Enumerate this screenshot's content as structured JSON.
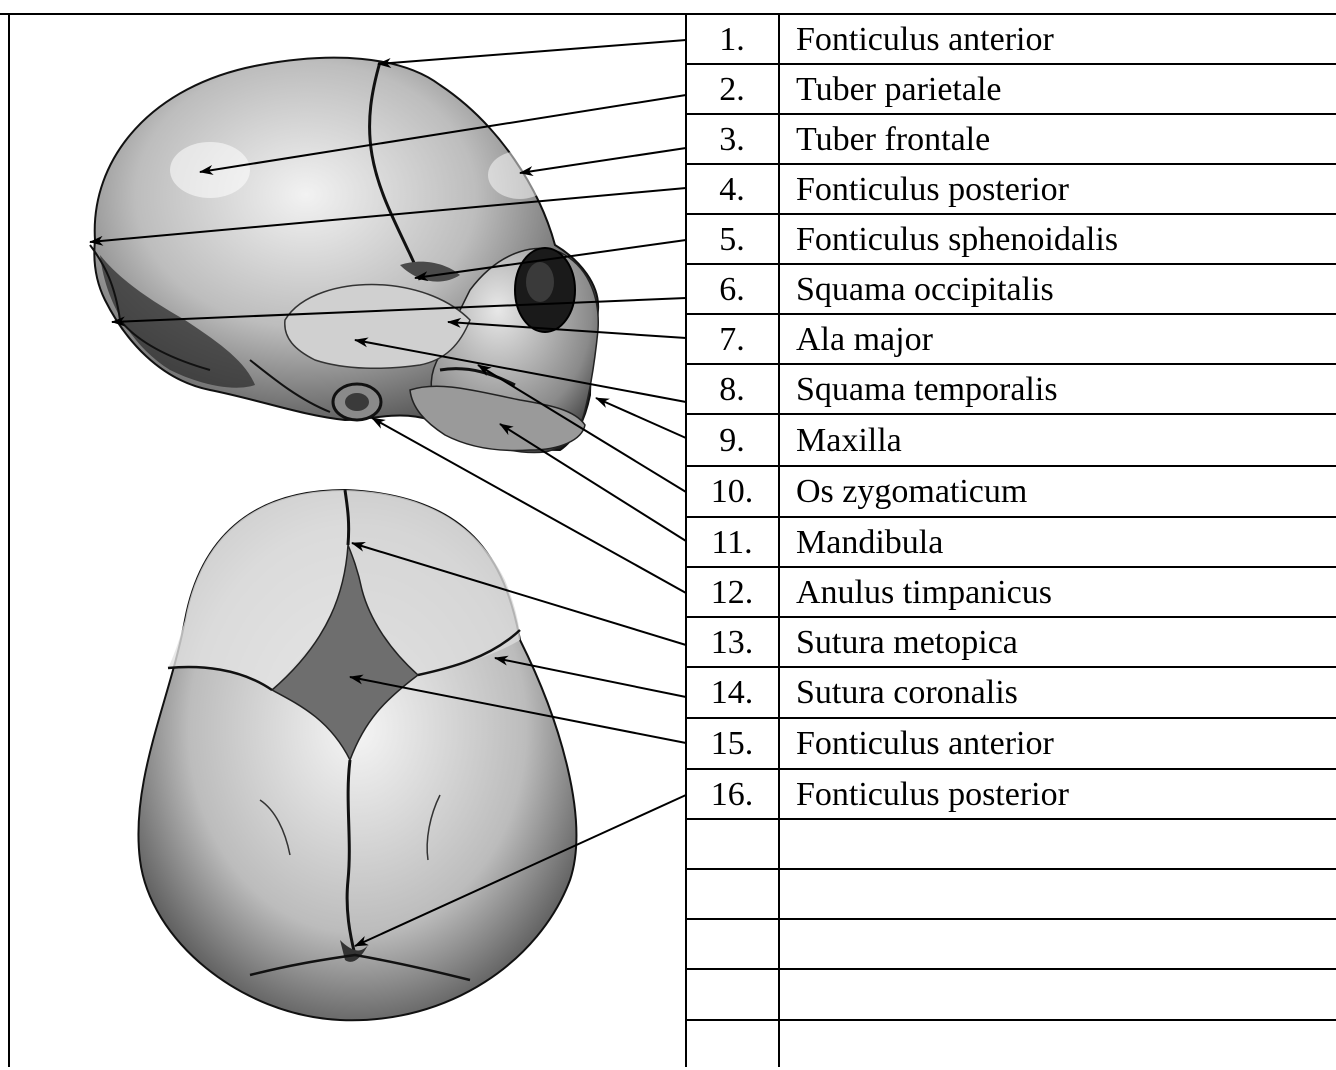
{
  "colors": {
    "line": "#000000",
    "bone_dark": "#2b2b2b",
    "bone_mid": "#8a8a8a",
    "bone_light": "#e6e6e6",
    "fontanelle": "#6e6e6e"
  },
  "labels": [
    {
      "number": "1.",
      "term": "Fonticulus anterior"
    },
    {
      "number": "2.",
      "term": "Tuber parietale"
    },
    {
      "number": "3.",
      "term": "Tuber frontale"
    },
    {
      "number": "4.",
      "term": "Fonticulus posterior"
    },
    {
      "number": "5.",
      "term": "Fonticulus sphenoidalis"
    },
    {
      "number": "6.",
      "term": "Squama occipitalis"
    },
    {
      "number": "7.",
      "term": "Ala major"
    },
    {
      "number": "8.",
      "term": "Squama temporalis"
    },
    {
      "number": "9.",
      "term": "Maxilla"
    },
    {
      "number": "10.",
      "term": "Os zygomaticum"
    },
    {
      "number": "11.",
      "term": "Mandibula"
    },
    {
      "number": "12.",
      "term": "Anulus timpanicus"
    },
    {
      "number": "13.",
      "term": "Sutura metopica"
    },
    {
      "number": "14.",
      "term": "Sutura coronalis"
    },
    {
      "number": "15.",
      "term": "Fonticulus anterior"
    },
    {
      "number": "16.",
      "term": "Fonticulus posterior"
    },
    {
      "number": "",
      "term": ""
    },
    {
      "number": "",
      "term": ""
    },
    {
      "number": "",
      "term": ""
    },
    {
      "number": "",
      "term": ""
    },
    {
      "number": "",
      "term": ""
    }
  ]
}
